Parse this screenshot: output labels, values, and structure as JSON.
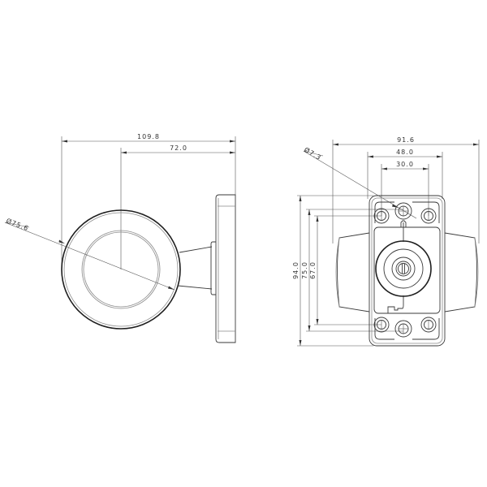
{
  "drawing": {
    "title": "Side marker lamp technical drawing",
    "units": "mm",
    "colors": {
      "background": "#ffffff",
      "line": "#3a3a3a",
      "dimension": "#555555"
    }
  },
  "side_view": {
    "dimensions": {
      "overall_length": "109.8",
      "center_to_base": "72.0",
      "lens_diameter": "Ø75.6"
    }
  },
  "front_view": {
    "dimensions": {
      "overall_width": "91.6",
      "plate_width": "48.0",
      "hole_spacing_horizontal": "30.0",
      "hole_diameter": "Ø7.3",
      "plate_height": "94.0",
      "outer_hole_spacing_vertical": "75.0",
      "inner_hole_spacing_vertical": "67.0"
    }
  }
}
